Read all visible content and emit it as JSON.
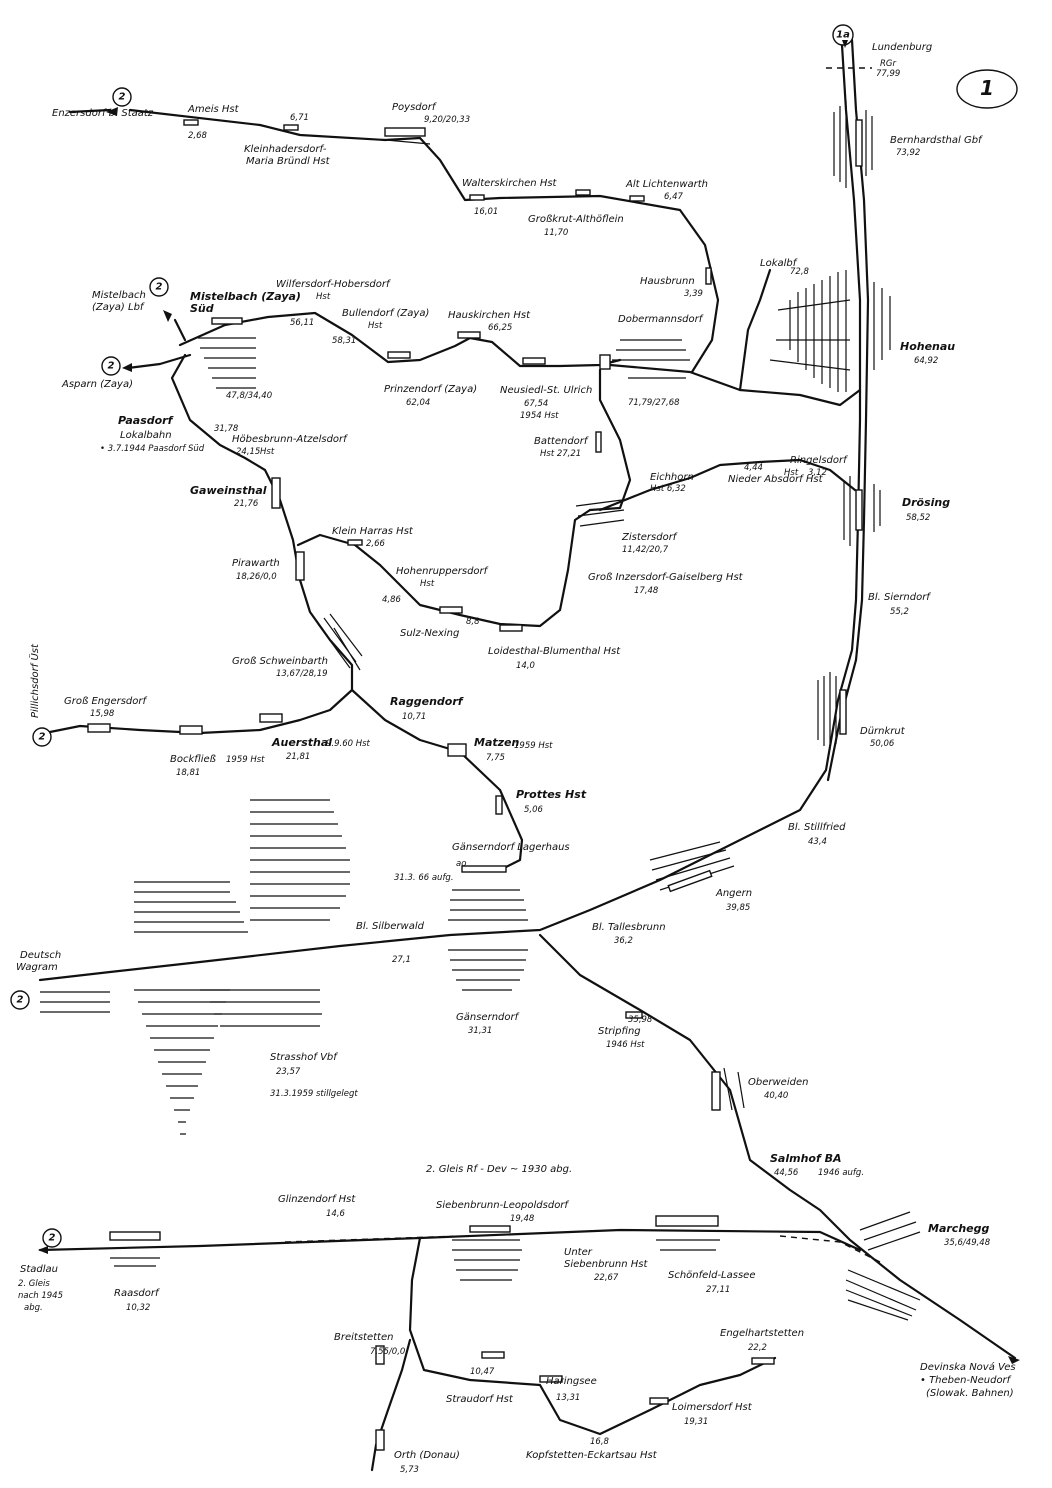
{
  "sheet_number": "1",
  "connectors": [
    {
      "id": "1a",
      "label": "1a"
    },
    {
      "id": "2",
      "label": "2"
    }
  ],
  "border_marks": {
    "rgr": "RGr",
    "rgr_km": "77,99"
  },
  "stations": {
    "lundenburg": {
      "name": "Lundenburg"
    },
    "bernhardsthal": {
      "name": "Bernhardsthal Gbf",
      "km": "73,92"
    },
    "hohenau": {
      "name": "Hohenau",
      "km": "64,92"
    },
    "lokalbf": {
      "name": "Lokalbf",
      "km": "72,8"
    },
    "drosing": {
      "name": "Drösing",
      "km": "58,52"
    },
    "ringelsdorf": {
      "name": "Ringelsdorf",
      "suffix": "Hst",
      "km": "3,12"
    },
    "nieder_abs": {
      "name": "Nieder Absdorf Hst",
      "km": "4,44"
    },
    "sierndorf": {
      "name": "Bl. Sierndorf",
      "km": "55,2"
    },
    "durnkrut": {
      "name": "Dürnkrut",
      "km": "50,06"
    },
    "stillfried": {
      "name": "Bl. Stillfried",
      "km": "43,4"
    },
    "angern": {
      "name": "Angern",
      "km": "39,85"
    },
    "tallesbrunn": {
      "name": "Bl. Tallesbrunn",
      "km": "36,2"
    },
    "lagerhaus": {
      "name": "Gänserndorf Lagerhaus",
      "note1": "ao",
      "note2": "31.3. 66 aufg."
    },
    "gaenserndorf": {
      "name": "Gänserndorf",
      "km": "31,31"
    },
    "silberwald": {
      "name": "Bl. Silberwald",
      "km": "27,1"
    },
    "strasshof": {
      "name": "Strasshof Vbf",
      "km": "23,57",
      "note": "31.3.1959 stillgelegt"
    },
    "deutsch_wagram": {
      "name1": "Deutsch",
      "name2": "Wagram"
    },
    "stripfing": {
      "name": "Stripfing",
      "note": "1946 Hst",
      "km": "35,98"
    },
    "oberweiden": {
      "name": "Oberweiden",
      "km": "40,40"
    },
    "salmhof": {
      "name": "Salmhof BA",
      "km": "44,56",
      "note": "1946 aufg."
    },
    "marchegg": {
      "name": "Marchegg",
      "km": "35,6/49,48"
    },
    "devinska": {
      "name1": "Devinska Nová Ves",
      "name2": "• Theben-Neudorf",
      "name3": "(Slowak. Bahnen)"
    },
    "stadlau": {
      "name": "Stadlau",
      "note1": "2. Gleis",
      "note2": "nach 1945",
      "note3": "abg."
    },
    "raasdorf": {
      "name": "Raasdorf",
      "km": "10,32"
    },
    "glinzendorf": {
      "name": "Glinzendorf Hst",
      "km": "14,6"
    },
    "siebenbrunn": {
      "name": "Siebenbrunn-Leopoldsdorf",
      "km": "19,48"
    },
    "unter_siebenbrunn": {
      "name1": "Unter",
      "name2": "Siebenbrunn Hst",
      "km": "22,67"
    },
    "schoenfeld": {
      "name": "Schönfeld-Lassee",
      "km": "27,11"
    },
    "second_track": {
      "note": "2. Gleis  Rf - Dev ~ 1930 abg."
    },
    "breitstetten": {
      "name": "Breitstetten",
      "km": "7,55/0,0"
    },
    "straudorf": {
      "name": "Straudorf Hst",
      "km": "10,47"
    },
    "haringsee": {
      "name": "Haringsee",
      "km": "13,31"
    },
    "engelhartstetten": {
      "name": "Engelhartstetten",
      "km": "22,2"
    },
    "loimersdorf": {
      "name": "Loimersdorf Hst",
      "km": "19,31"
    },
    "kopfstetten": {
      "name": "Kopfstetten-Eckartsau Hst",
      "km": "16,8"
    },
    "orth": {
      "name": "Orth (Donau)",
      "km": "5,73"
    },
    "enzersdorf": {
      "name": "Enzersdorf b. Staatz"
    },
    "ameis": {
      "name": "Ameis Hst",
      "km": "2,68"
    },
    "kleinhadersdorf": {
      "name1": "Kleinhadersdorf-",
      "name2": "Maria Bründl Hst",
      "km": "6,71"
    },
    "poysdorf": {
      "name": "Poysdorf",
      "km": "9,20/20,33"
    },
    "walterskirchen": {
      "name": "Walterskirchen Hst",
      "km": "16,01"
    },
    "grosskrut": {
      "name": "Großkrut-Althöflein",
      "km": "11,70"
    },
    "alt_lichtenwarth": {
      "name": "Alt Lichtenwarth",
      "km": "6,47"
    },
    "hausbrunn": {
      "name": "Hausbrunn",
      "km": "3,39"
    },
    "dobermannsdorf": {
      "name": "Dobermannsdorf",
      "km": "71,79/27,68"
    },
    "neusiedl": {
      "name": "Neusiedl-St. Ulrich",
      "km": "67,54",
      "note": "1954 Hst"
    },
    "hauskirchen": {
      "name": "Hauskirchen Hst",
      "km": "66,25"
    },
    "prinzendorf": {
      "name": "Prinzendorf (Zaya)",
      "km": "62,04"
    },
    "bullendorf": {
      "name": "Bullendorf (Zaya)",
      "suffix": "Hst",
      "km": "58,31"
    },
    "wilfersdorf": {
      "name": "Wilfersdorf-Hobersdorf",
      "suffix": "Hst",
      "km": "56,11"
    },
    "mistelbach_sued": {
      "name1": "Mistelbach (Zaya)",
      "name2": "Süd",
      "km": "47,8/34,40"
    },
    "mistelbach_lbf": {
      "name1": "Mistelbach",
      "name2": "(Zaya) Lbf"
    },
    "asparn": {
      "name": "Asparn (Zaya)"
    },
    "paasdorf": {
      "name1": "Paasdorf",
      "name2": "Lokalbahn",
      "note": "• 3.7.1944 Paasdorf Süd",
      "km": "31,78"
    },
    "hoebesbrunn": {
      "name": "Höbesbrunn-Atzelsdorf",
      "suffix": "Hst",
      "km": "24,15"
    },
    "gaweinsthal": {
      "name": "Gaweinsthal",
      "km": "21,76"
    },
    "pirawarth": {
      "name": "Pirawarth",
      "km": "18,26/0,0"
    },
    "klein_harras": {
      "name": "Klein Harras Hst",
      "km": "2,66"
    },
    "hohenruppersdorf": {
      "name": "Hohenruppersdorf",
      "suffix": "Hst",
      "km": "4,86"
    },
    "sulz": {
      "name": "Sulz-Nexing",
      "km": "8,8"
    },
    "loidesthal": {
      "name": "Loidesthal-Blumenthal Hst",
      "km": "14,0"
    },
    "gross_inzersdorf": {
      "name": "Groß Inzersdorf-Gaiselberg Hst",
      "km": "17,48"
    },
    "zistersdorf": {
      "name": "Zistersdorf",
      "km": "11,42/20,7"
    },
    "eichhorn": {
      "name": "Eichhorn",
      "suffix": "Hst 6,32"
    },
    "battendorf": {
      "name": "Battendorf",
      "suffix": "Hst 27,21"
    },
    "gross_schweinbarth": {
      "name": "Groß Schweinbarth",
      "km": "13,67/28,19"
    },
    "raggendorf": {
      "name": "Raggendorf",
      "km": "10,71"
    },
    "matzen": {
      "name": "Matzen",
      "km": "7,75",
      "note": "1959 Hst"
    },
    "prottes": {
      "name": "Prottes Hst",
      "km": "5,06"
    },
    "pillichsdorf": {
      "name": "Pillichsdorf Üst"
    },
    "gross_engersdorf": {
      "name": "Groß Engersdorf",
      "km": "15,98"
    },
    "bockfliess": {
      "name": "Bockfließ",
      "km": "18,81",
      "note": "1959 Hst"
    },
    "auersthal": {
      "name": "Auersthal",
      "km": "21,81",
      "note": "9.9.60 Hst"
    }
  }
}
